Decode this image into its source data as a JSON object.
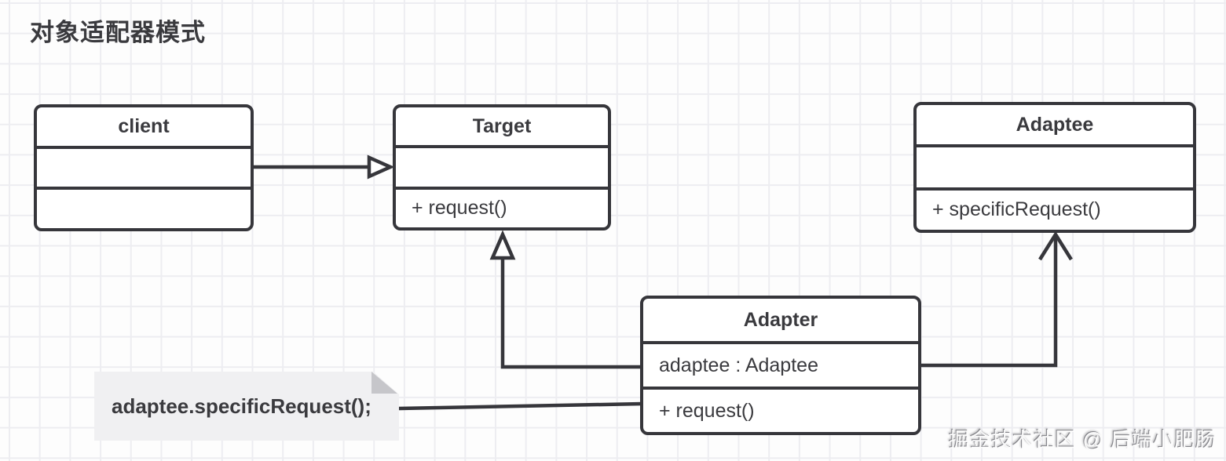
{
  "title": "对象适配器模式",
  "colors": {
    "stroke": "#36363b",
    "text": "#3a3a3e",
    "note_background": "#f0f0f2",
    "note_fold": "#c6c6ca",
    "grid_line": "#ededf1",
    "background": "#fdfdfd"
  },
  "diagram": {
    "classes": {
      "client": {
        "name": "client",
        "attributes": "",
        "methods": ""
      },
      "target": {
        "name": "Target",
        "attributes": "",
        "methods": "+ request()"
      },
      "adapter": {
        "name": "Adapter",
        "attributes": "adaptee : Adaptee",
        "methods": "+ request()"
      },
      "adaptee": {
        "name": "Adaptee",
        "attributes": "",
        "methods": "+ specificRequest()"
      }
    },
    "note_text": "adaptee.specificRequest();",
    "relationships": [
      {
        "from": "client",
        "to": "Target",
        "line": "solid",
        "arrowhead": "hollow-triangle"
      },
      {
        "from": "Adapter",
        "to": "Target",
        "line": "solid",
        "arrowhead": "hollow-triangle"
      },
      {
        "from": "Adapter",
        "to": "Adaptee",
        "line": "solid",
        "arrowhead": "open-v"
      },
      {
        "from": "note",
        "to": "Adapter",
        "line": "solid",
        "arrowhead": "none"
      }
    ]
  },
  "watermark": "掘金技术社区 @ 后端小肥肠"
}
